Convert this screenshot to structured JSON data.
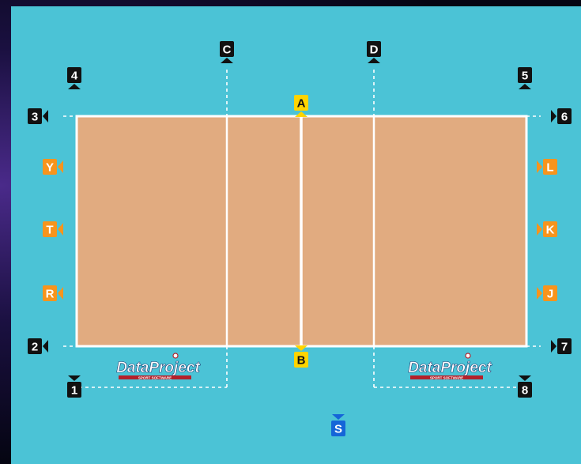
{
  "colors": {
    "background_panel": "#4bc3d6",
    "court_fill": "#e1ab80",
    "court_line": "#ffffff",
    "camera_black": "#111111",
    "camera_orange": "#f7941d",
    "camera_yellow": "#ffd400",
    "camera_blue": "#1565d8"
  },
  "court": {
    "logo_left": {
      "name": "DataProject",
      "tagline": "SPORT SOFTWARE"
    },
    "logo_right": {
      "name": "DataProject",
      "tagline": "SPORT SOFTWARE"
    }
  },
  "cameras": [
    {
      "id": "C",
      "color": "black",
      "icon": "camera-down-icon"
    },
    {
      "id": "D",
      "color": "black",
      "icon": "camera-down-icon"
    },
    {
      "id": "4",
      "color": "black",
      "icon": "camera-down-icon"
    },
    {
      "id": "5",
      "color": "black",
      "icon": "camera-down-icon"
    },
    {
      "id": "3",
      "color": "black",
      "icon": "camera-right-icon"
    },
    {
      "id": "6",
      "color": "black",
      "icon": "camera-left-icon"
    },
    {
      "id": "2",
      "color": "black",
      "icon": "camera-right-icon"
    },
    {
      "id": "7",
      "color": "black",
      "icon": "camera-left-icon"
    },
    {
      "id": "1",
      "color": "black",
      "icon": "camera-up-icon"
    },
    {
      "id": "8",
      "color": "black",
      "icon": "camera-up-icon"
    },
    {
      "id": "A",
      "color": "yellow",
      "icon": "camera-down-icon"
    },
    {
      "id": "B",
      "color": "yellow",
      "icon": "camera-up-icon"
    },
    {
      "id": "Y",
      "color": "orange",
      "icon": "camera-right-icon"
    },
    {
      "id": "T",
      "color": "orange",
      "icon": "camera-right-icon"
    },
    {
      "id": "R",
      "color": "orange",
      "icon": "camera-right-icon"
    },
    {
      "id": "L",
      "color": "orange",
      "icon": "camera-left-icon"
    },
    {
      "id": "K",
      "color": "orange",
      "icon": "camera-left-icon"
    },
    {
      "id": "J",
      "color": "orange",
      "icon": "camera-left-icon"
    },
    {
      "id": "S",
      "color": "blue",
      "icon": "camera-up-icon"
    }
  ]
}
